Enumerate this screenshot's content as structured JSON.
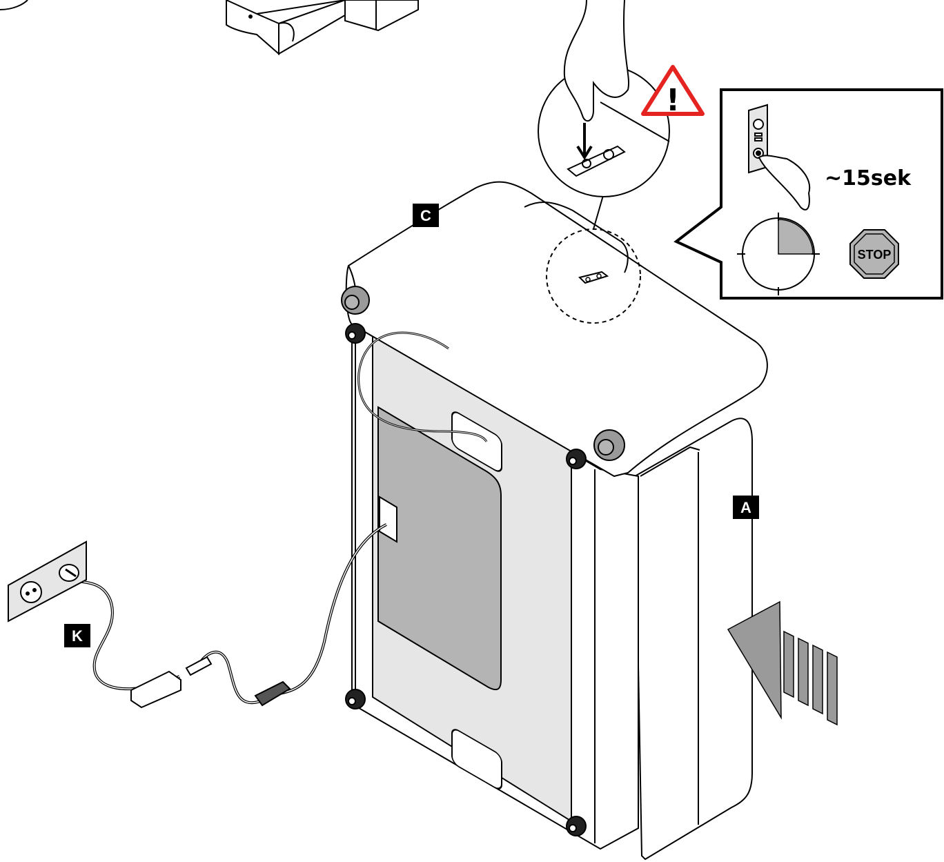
{
  "labels": {
    "part_c": "C",
    "part_a": "A",
    "part_k": "K"
  },
  "callout": {
    "hold_time": "~15sek",
    "stop_sign": "STOP",
    "timer_fraction_filled": 0.25
  },
  "warning": {
    "symbol": "!",
    "icon": "warning-triangle-icon"
  },
  "colors": {
    "line": "#000000",
    "panel_light": "#e6e6e6",
    "panel_dark": "#b4b4b4",
    "accent_grey": "#9a9a9a",
    "warning_red": "#e52421",
    "label_bg": "#000000"
  }
}
